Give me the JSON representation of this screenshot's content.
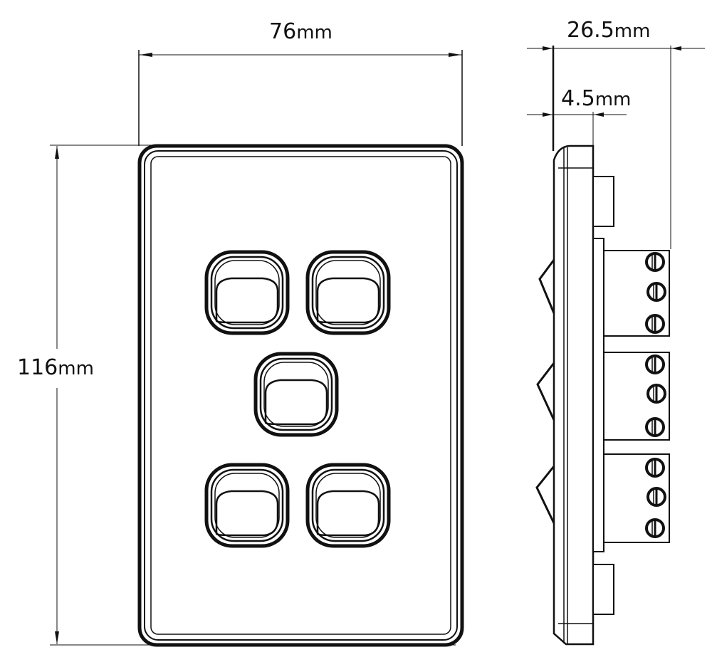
{
  "diagram": {
    "title": "",
    "subject": "5-gang wall switch plate — front and side elevation",
    "dimensions": {
      "width": {
        "value": "76",
        "unit": "mm"
      },
      "height": {
        "value": "116",
        "unit": "mm"
      },
      "depth_total": {
        "value": "26.5",
        "unit": "mm"
      },
      "plate_thickness": {
        "value": "4.5",
        "unit": "mm"
      }
    },
    "views": [
      {
        "name": "front-view",
        "switch_count": 5,
        "layout": "2-1-2"
      },
      {
        "name": "side-view",
        "terminal_blocks": 3,
        "terminal_screws_per_block": 3
      }
    ],
    "colors": {
      "line": "#111111",
      "background": "#ffffff"
    }
  }
}
